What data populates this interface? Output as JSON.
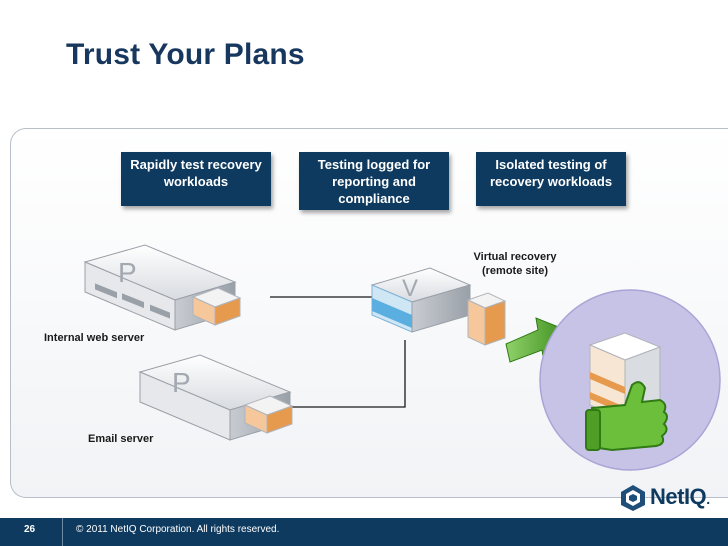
{
  "slide": {
    "title": "Trust Your Plans",
    "callouts": [
      "Rapidly test recovery workloads",
      "Testing logged for reporting and compliance",
      "Isolated testing of recovery workloads"
    ],
    "servers": {
      "internal_web": {
        "label": "Internal web server",
        "badge": "P"
      },
      "email": {
        "label": "Email server",
        "badge": "P"
      },
      "virtual": {
        "label_line1": "Virtual recovery",
        "label_line2": "(remote site)",
        "badge": "V"
      }
    }
  },
  "footer": {
    "page_number": "26",
    "copyright": "© 2011 NetIQ Corporation.  All rights reserved."
  },
  "logo": {
    "text": "NetIQ",
    "suffix": "."
  },
  "colors": {
    "navy": "#0f3a5f",
    "title": "#17375e",
    "green": "#5aa02c",
    "lavender": "#c7c3e6"
  }
}
